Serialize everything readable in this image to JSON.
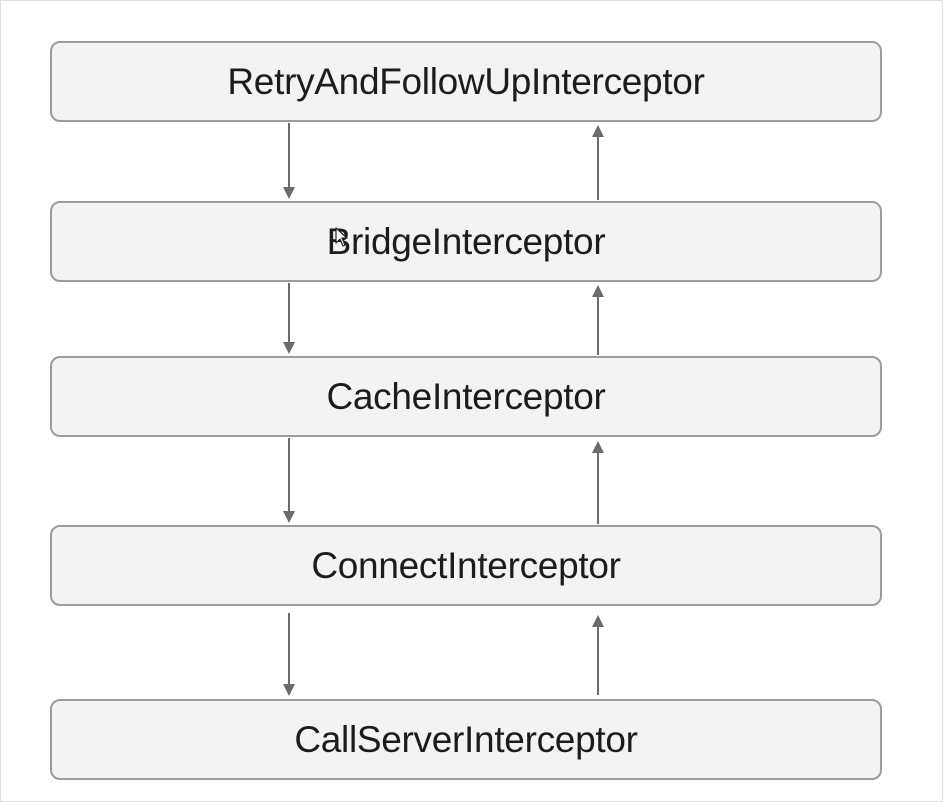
{
  "diagram": {
    "nodes": [
      {
        "id": "b0",
        "label": "RetryAndFollowUpInterceptor"
      },
      {
        "id": "b1",
        "label": "BridgeInterceptor"
      },
      {
        "id": "b2",
        "label": "CacheInterceptor"
      },
      {
        "id": "b3",
        "label": "ConnectInterceptor"
      },
      {
        "id": "b4",
        "label": "CallServerInterceptor"
      }
    ],
    "edges": [
      {
        "from": "b0",
        "to": "b1",
        "direction": "down"
      },
      {
        "from": "b1",
        "to": "b0",
        "direction": "up"
      },
      {
        "from": "b1",
        "to": "b2",
        "direction": "down"
      },
      {
        "from": "b2",
        "to": "b1",
        "direction": "up"
      },
      {
        "from": "b2",
        "to": "b3",
        "direction": "down"
      },
      {
        "from": "b3",
        "to": "b2",
        "direction": "up"
      },
      {
        "from": "b3",
        "to": "b4",
        "direction": "down"
      },
      {
        "from": "b4",
        "to": "b3",
        "direction": "up"
      }
    ],
    "colors": {
      "box_fill": "#f3f3f3",
      "box_border": "#9c9c9c",
      "arrow": "#6b6b6b",
      "text": "#1c1c1c"
    }
  }
}
